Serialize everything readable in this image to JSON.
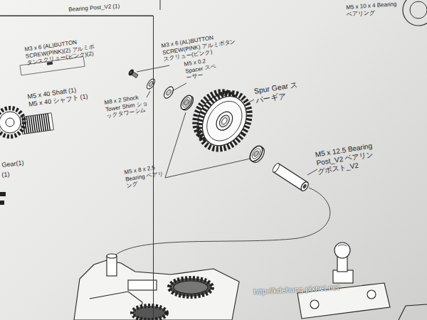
{
  "diagram": {
    "nodes": [
      {
        "text": [
          "M3 x 6 (AL)BUTTON SCREW(PINK)(2) アルミボタンスクリュー(ピンク)(2)",
          "M5 x 40 Shaft (1) M5 x 40 シャフト (1)",
          "Gear(1)",
          "(1)"
        ]
      }
    ],
    "labels": [
      "M3 x 6 (AL)BUTTON SCREW(PINK) アルミボタンスクリュー(ピンク)",
      "M5 x 0.2 Spacer スペーサー",
      "M8 x 2 Shock Tower Shim ショックタワーシム",
      "Spur Gear スパーギア",
      "M5 x 8 x 2.5 Bearing ベアリング",
      "M5 x 12.5 Bearing Post_V2 ベアリングポスト_V2",
      "Bearing Post_V2 (1)",
      "M5 x 10 x 4 Bearing ベアリング",
      "http://kdehung.pixnet.net"
    ]
  }
}
